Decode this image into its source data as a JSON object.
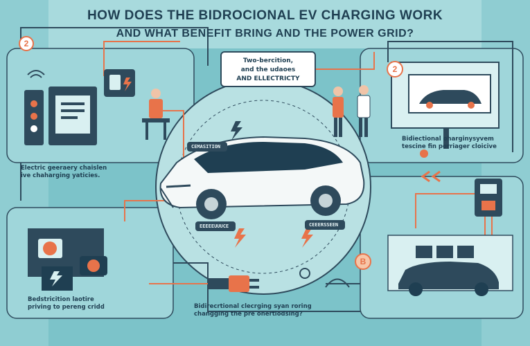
{
  "header": {
    "title_line1": "HOW DOES THE BIDROCIONAL EV CHARGING WORK",
    "title_line2": "AND WHAT BENEFIT BRING AND THE POWER GRID?"
  },
  "speech_bubble": {
    "line1": "Two-bercition,",
    "line2": "and the udaoes",
    "line3": "AND ELLECTRICTY"
  },
  "captions": {
    "top_left": {
      "line1": "Electric geeraery chaislen",
      "line2": "ive chaharging yaticies."
    },
    "top_right": {
      "line1": "Bidiectional oharginysyvem",
      "line2": "tescine fin porriager cloicive"
    },
    "bottom_left": {
      "line1": "Bedstricition laotire",
      "line2": "priving to pereng cridd"
    },
    "bottom_center": {
      "line1": "Bidirecrtional clecrging syan roring",
      "line2": "changging the pre onertiodsing?"
    }
  },
  "car_tags": {
    "left": "CEMASITION",
    "bottom_left": "EEEEEUUUCE",
    "bottom_right": "CEEERSSEEN"
  },
  "badges": {
    "top_left": "2",
    "top_right": "2",
    "bottom_right": "B"
  },
  "colors": {
    "background": "#7cc3c9",
    "panel": "#a8dadd",
    "navy": "#2e4a5c",
    "orange": "#e8734a",
    "white": "#ffffff"
  }
}
